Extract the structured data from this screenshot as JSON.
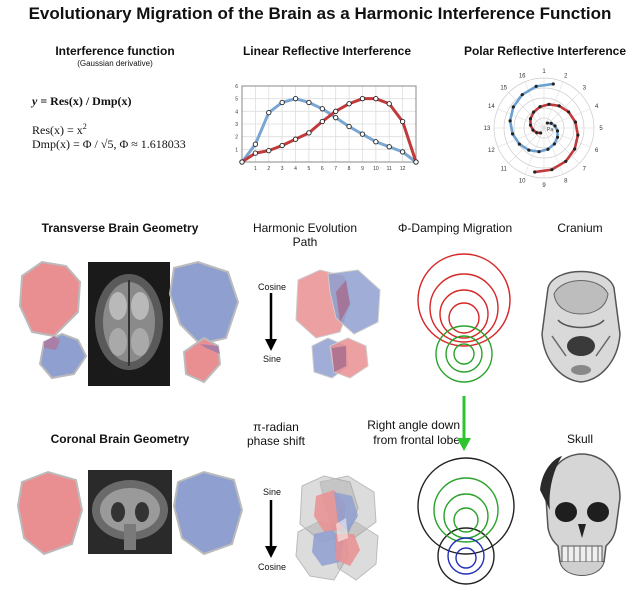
{
  "title": "Evolutionary Migration of the Brain as a Harmonic Interference Function",
  "interference": {
    "heading": "Interference function",
    "subheading": "(Gaussian derivative)",
    "y_lhs": "y",
    "y_rhs": "= Res(x) / Dmp(x)",
    "res_lhs": "Res(x) = x",
    "res_exp": "2",
    "dmp_line": "Dmp(x) = Φ  / √5, Φ ≈ 1.618033"
  },
  "linear": {
    "heading": "Linear Reflective Interference",
    "y_ticks": [
      "1",
      "2",
      "3",
      "4",
      "5",
      "6"
    ],
    "x_ticks": [
      "1",
      "2",
      "3",
      "4",
      "5",
      "6",
      "7",
      "8",
      "9",
      "10",
      "11",
      "12"
    ]
  },
  "polar": {
    "heading": "Polar Reflective Interference",
    "angle_labels": [
      "1",
      "2",
      "3",
      "4",
      "5",
      "6",
      "7",
      "8",
      "9",
      "10",
      "11",
      "12",
      "13",
      "14",
      "15",
      "16"
    ],
    "center_label": "Pa"
  },
  "row1": {
    "transverse_heading": "Transverse Brain Geometry",
    "harmonic_heading": "Harmonic Evolution Path",
    "damping_heading": "Φ-Damping Migration",
    "cranium_heading": "Cranium",
    "top_label": "Cosine",
    "bottom_label": "Sine"
  },
  "row2": {
    "coronal_heading": "Coronal Brain Geometry",
    "phase_heading_1": "π-radian",
    "phase_heading_2": "phase shift",
    "right_angle_1": "Right angle down",
    "right_angle_2": "from frontal lobe",
    "skull_heading": "Skull",
    "top_label": "Sine",
    "bottom_label": "Cosine"
  },
  "chart_data": {
    "type": "line",
    "x": [
      0,
      1,
      2,
      3,
      4,
      5,
      6,
      7,
      8,
      9,
      10,
      11,
      12,
      13
    ],
    "series": [
      {
        "values": [
          0,
          1.4,
          3.9,
          4.7,
          5.0,
          4.7,
          4.2,
          3.5,
          2.8,
          2.2,
          1.6,
          1.2,
          0.8,
          0
        ]
      },
      {
        "values": [
          0,
          0.7,
          0.9,
          1.3,
          1.8,
          2.3,
          3.2,
          4.0,
          4.6,
          5.0,
          5.0,
          4.6,
          3.2,
          0
        ]
      }
    ],
    "colors": [
      "#7aa6d2",
      "#c0393b"
    ],
    "ylim": [
      0,
      6
    ],
    "grid": true
  }
}
